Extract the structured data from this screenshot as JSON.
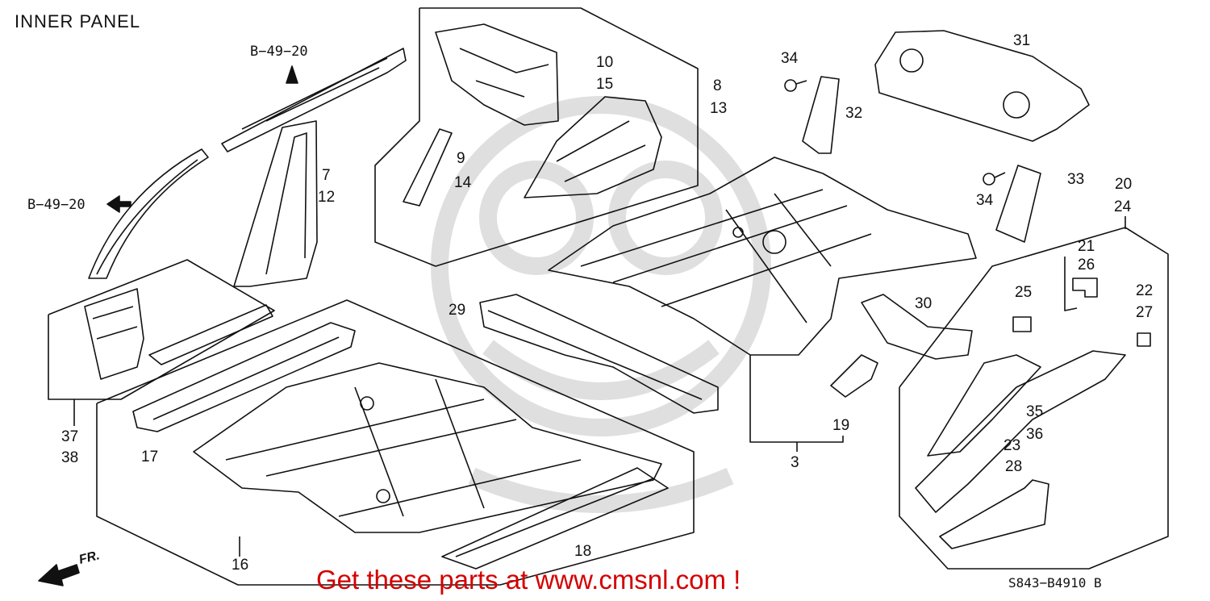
{
  "title": "INNER PANEL",
  "refs": [
    "B−49−20",
    "B−49−20"
  ],
  "part_numbers": [
    "3",
    "7",
    "8",
    "9",
    "10",
    "12",
    "13",
    "14",
    "15",
    "16",
    "17",
    "18",
    "19",
    "20",
    "21",
    "22",
    "23",
    "24",
    "25",
    "26",
    "27",
    "28",
    "29",
    "30",
    "31",
    "32",
    "33",
    "34",
    "34",
    "35",
    "36",
    "37",
    "38"
  ],
  "front_label": "FR.",
  "banner": "Get these parts at www.cmsnl.com !",
  "diagram_code": "S843−B4910 B",
  "colors": {
    "line": "#111111",
    "banner": "#d40000",
    "watermark": "#d9d9d9"
  }
}
